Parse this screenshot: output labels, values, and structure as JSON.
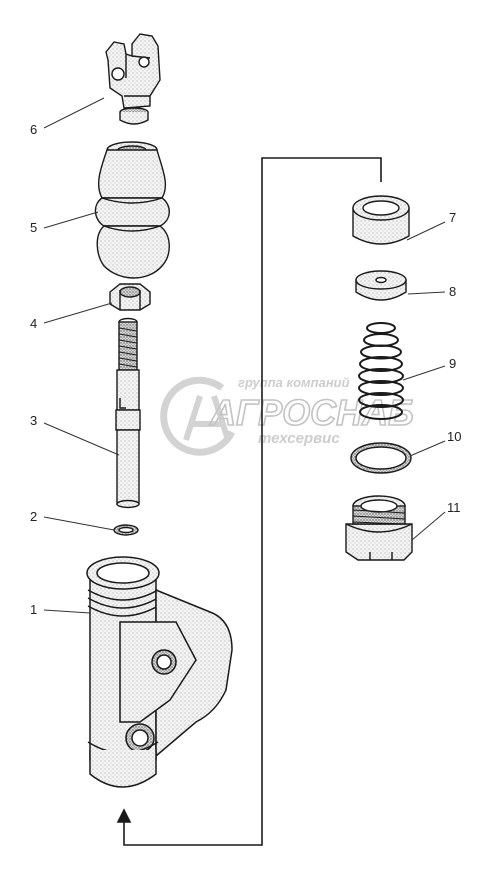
{
  "diagram": {
    "callouts": [
      {
        "id": "1",
        "label": "1"
      },
      {
        "id": "2",
        "label": "2"
      },
      {
        "id": "3",
        "label": "3"
      },
      {
        "id": "4",
        "label": "4"
      },
      {
        "id": "5",
        "label": "5"
      },
      {
        "id": "6",
        "label": "6"
      },
      {
        "id": "7",
        "label": "7"
      },
      {
        "id": "8",
        "label": "8"
      },
      {
        "id": "9",
        "label": "9"
      },
      {
        "id": "10",
        "label": "10"
      },
      {
        "id": "11",
        "label": "11"
      }
    ]
  },
  "watermark": {
    "line1": "группа компаний",
    "line2": "АГРОСНАБ",
    "line3": "техсервис",
    "color": "#c8c8c8"
  },
  "colors": {
    "stroke": "#1a1a1a",
    "leader": "#333333"
  }
}
